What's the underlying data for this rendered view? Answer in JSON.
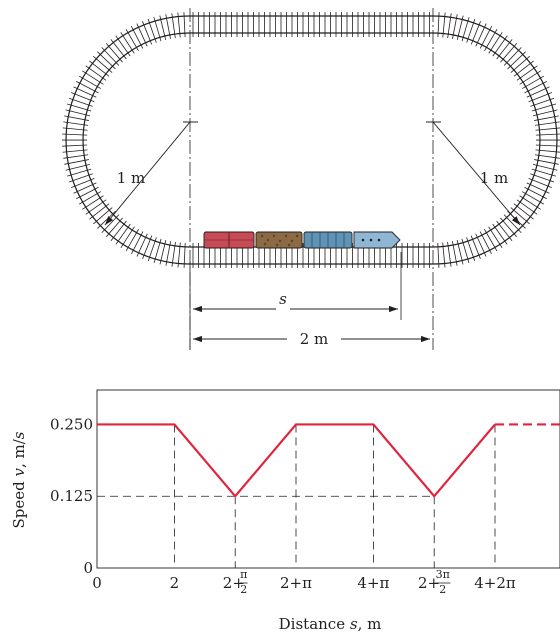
{
  "diagram": {
    "radius_label": "1 m",
    "s_label": "s",
    "span_label": "2 m"
  },
  "chart_data": {
    "type": "line",
    "title": "",
    "xlabel": "Distance s, m",
    "ylabel": "Speed v, m/s",
    "xlim": [
      0,
      10.2832
    ],
    "ylim": [
      0,
      0.31
    ],
    "x": [
      0,
      2,
      3.5708,
      5.1416,
      7.1416,
      8.7124,
      10.2832
    ],
    "y": [
      0.25,
      0.25,
      0.125,
      0.25,
      0.25,
      0.125,
      0.25
    ],
    "extension": {
      "from": [
        10.2832,
        0.25
      ],
      "style": "dashed"
    },
    "yticks": [
      {
        "value": 0,
        "label": "0"
      },
      {
        "value": 0.125,
        "label": "0.125"
      },
      {
        "value": 0.25,
        "label": "0.250"
      }
    ],
    "xticks": [
      {
        "value": 0,
        "label": "0"
      },
      {
        "value": 2,
        "label": "2"
      },
      {
        "value": 3.5708,
        "label": "2+π/2"
      },
      {
        "value": 5.1416,
        "label": "2+π"
      },
      {
        "value": 7.1416,
        "label": "4+π"
      },
      {
        "value": 8.7124,
        "label": "2+3π/2"
      },
      {
        "value": 10.2832,
        "label": "4+2π"
      }
    ],
    "line_color": "#e0243c",
    "grid": false
  }
}
